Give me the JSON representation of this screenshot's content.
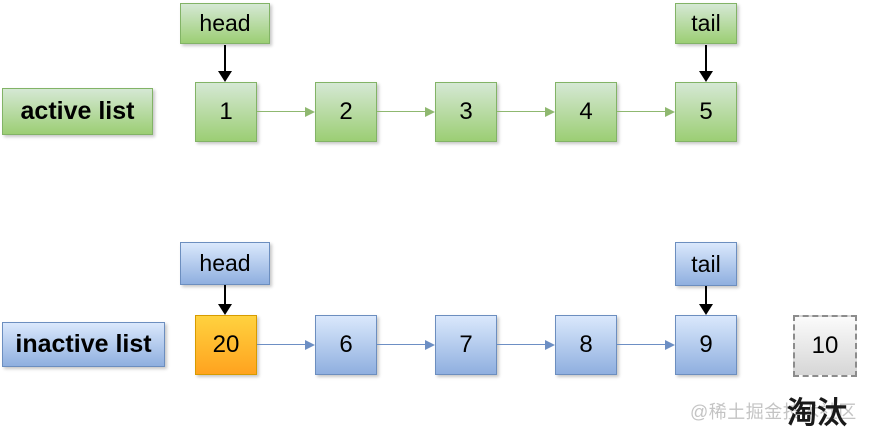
{
  "canvas": {
    "background": "#ffffff"
  },
  "active_list": {
    "label": "active list",
    "head_label": "head",
    "tail_label": "tail",
    "nodes": [
      "1",
      "2",
      "3",
      "4",
      "5"
    ],
    "colors": {
      "fill_top": "#d5e8d4",
      "fill_bottom": "#9cce74",
      "border": "#82b366",
      "arrow": "#8fb870"
    }
  },
  "inactive_list": {
    "label": "inactive list",
    "head_label": "head",
    "tail_label": "tail",
    "nodes": [
      "20",
      "6",
      "7",
      "8",
      "9"
    ],
    "highlighted_node": "20",
    "colors": {
      "fill_top": "#dae8fc",
      "fill_bottom": "#8fafdf",
      "border": "#6c8ebf",
      "arrow": "#6d8fc4",
      "highlight_fill_top": "#ffd23f",
      "highlight_fill_bottom": "#ffa31f",
      "highlight_border": "#d79b00"
    }
  },
  "evicted_node": {
    "value": "10",
    "caption": "淘汰",
    "colors": {
      "fill_top": "#fbfbfb",
      "fill_bottom": "#d6d6d6",
      "border": "#8c8c8c"
    }
  },
  "watermark": {
    "text": "@稀土掘金技术社区"
  }
}
